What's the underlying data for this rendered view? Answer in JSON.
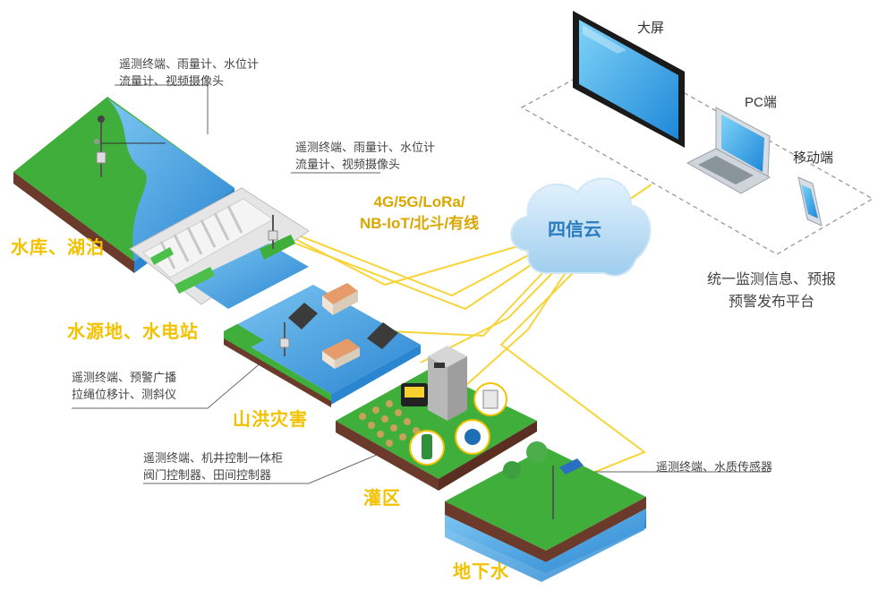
{
  "scenes": {
    "reservoir": "水库、湖泊",
    "hydro": "水源地、水电站",
    "flood": "山洪灾害",
    "irrigation": "灌区",
    "groundwater": "地下水"
  },
  "devices": {
    "reservoir": "遥测终端、雨量计、水位计\n流量计、视频摄像头",
    "hydro": "遥测终端、雨量计、水位计\n流量计、视频摄像头",
    "flood": "遥测终端、预警广播\n拉绳位移计、测斜仪",
    "irrigation": "遥测终端、机井控制一体柜\n阀门控制器、田间控制器",
    "groundwater": "遥测终端、水质传感器"
  },
  "network": {
    "protocols": "4G/5G/LoRa/\nNB-IoT/北斗/有线",
    "cloud": "四信云"
  },
  "terminals": {
    "big_screen": "大屏",
    "pc": "PC端",
    "mobile": "移动端"
  },
  "platform": "统一监测信息、预报\n预警发布平台",
  "colors": {
    "accent_yellow": "#f2c200",
    "line_yellow": "#f7d43a",
    "water_blue": "#3f9fe0",
    "grass_green": "#3fae3a",
    "soil_brown": "#6b3a2a",
    "cloud_blue": "#bfe0f5"
  }
}
